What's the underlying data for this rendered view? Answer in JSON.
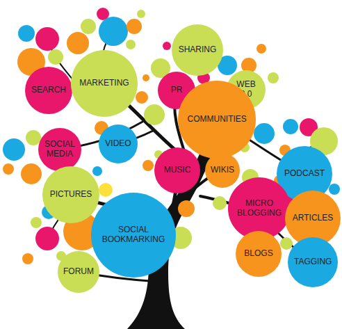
{
  "diagram": {
    "nodes": [
      {
        "text": [
          "SHARING"
        ]
      },
      {
        "text": [
          "SEARCH"
        ]
      },
      {
        "text": [
          "MARKETING"
        ]
      },
      {
        "text": [
          "PR"
        ]
      },
      {
        "text": [
          "WEB 2.0"
        ]
      },
      {
        "text": [
          "COMMUNITIES"
        ]
      },
      {
        "text": [
          "SOCIAL MEDIA"
        ]
      },
      {
        "text": [
          "VIDEO"
        ]
      },
      {
        "text": [
          "MUSIC"
        ]
      },
      {
        "text": [
          "WIKIS"
        ]
      },
      {
        "text": [
          "PODCAST"
        ]
      },
      {
        "text": [
          "PICTURES"
        ]
      },
      {
        "text": [
          "MICRO BLOGGING"
        ]
      },
      {
        "text": [
          "ARTICLES"
        ]
      },
      {
        "text": [
          "SOCIAL BOOKMARKING"
        ]
      },
      {
        "text": [
          "FORUM"
        ]
      },
      {
        "text": [
          "BLOGS"
        ]
      },
      {
        "text": [
          "TAGGING"
        ]
      }
    ]
  }
}
